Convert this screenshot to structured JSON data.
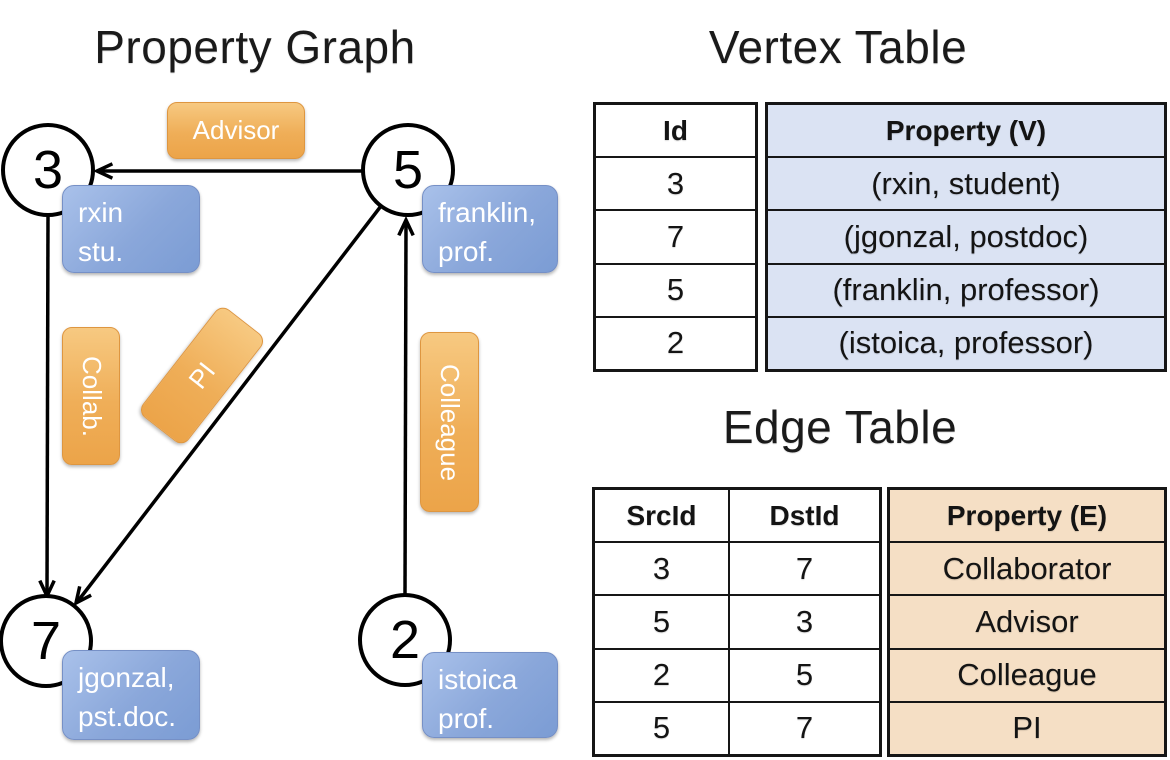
{
  "graph": {
    "title": "Property Graph",
    "nodes": [
      {
        "id": "3"
      },
      {
        "id": "5"
      },
      {
        "id": "7"
      },
      {
        "id": "2"
      }
    ],
    "vertex_props": [
      {
        "line1": "rxin",
        "line2": "stu."
      },
      {
        "line1": "franklin,",
        "line2": "prof."
      },
      {
        "line1": "jgonzal,",
        "line2": "pst.doc."
      },
      {
        "line1": "istoica",
        "line2": "prof."
      }
    ],
    "edges": [
      {
        "label": "Advisor"
      },
      {
        "label": "Collab."
      },
      {
        "label": "PI"
      },
      {
        "label": "Colleague"
      }
    ]
  },
  "vertex_table": {
    "title": "Vertex Table",
    "columns": [
      "Id",
      "Property (V)"
    ],
    "rows": [
      [
        "3",
        "(rxin, student)"
      ],
      [
        "7",
        "(jgonzal, postdoc)"
      ],
      [
        "5",
        "(franklin, professor)"
      ],
      [
        "2",
        "(istoica, professor)"
      ]
    ]
  },
  "edge_table": {
    "title": "Edge Table",
    "columns": [
      "SrcId",
      "DstId",
      "Property (E)"
    ],
    "rows": [
      [
        "3",
        "7",
        "Collaborator"
      ],
      [
        "5",
        "3",
        "Advisor"
      ],
      [
        "2",
        "5",
        "Colleague"
      ],
      [
        "5",
        "7",
        "PI"
      ]
    ]
  },
  "colors": {
    "edge_label_orange": "#efae58",
    "vertex_label_blue": "#8aa7da",
    "vertex_table_cell_blue": "#dbe3f3",
    "edge_table_cell_tan": "#f5dfc5",
    "line_black": "#000000"
  }
}
